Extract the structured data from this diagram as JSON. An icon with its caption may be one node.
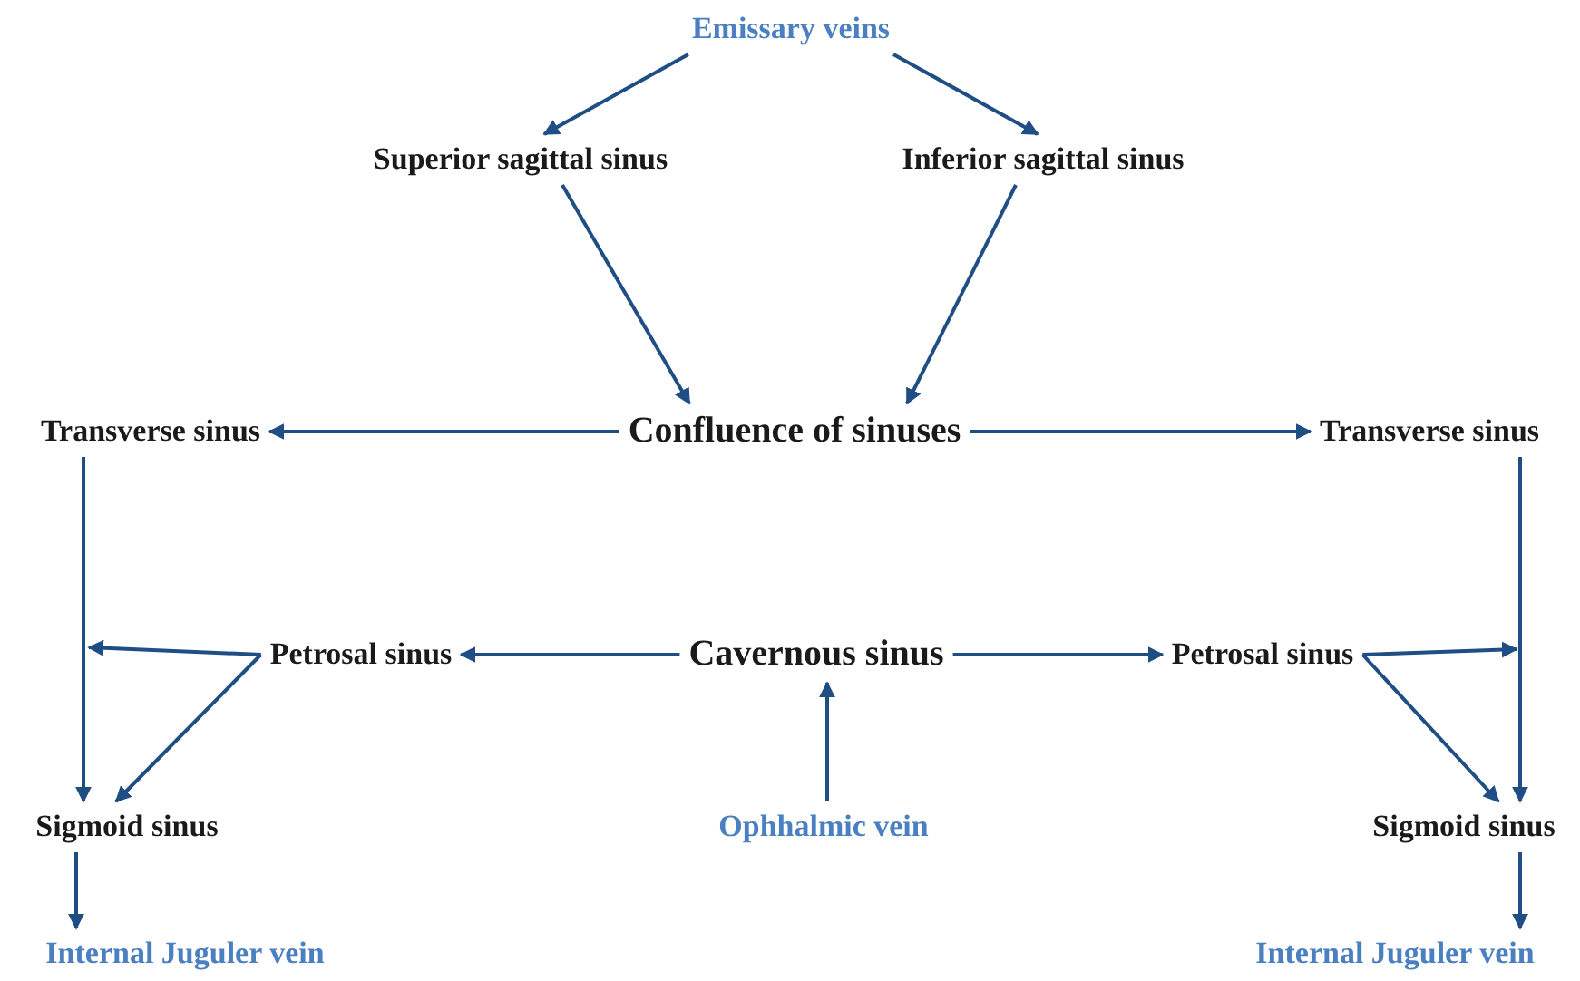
{
  "diagram": {
    "nodes": [
      {
        "text": [
          "Emissary veins"
        ]
      },
      {
        "text": [
          "Superior  sagittal sinus"
        ]
      },
      {
        "text": [
          "Inferior sagittal sinus"
        ]
      },
      {
        "text": [
          "Transverse sinus"
        ]
      },
      {
        "text": [
          "Confluence of sinuses"
        ]
      },
      {
        "text": [
          "Transverse sinus"
        ]
      },
      {
        "text": [
          "Petrosal sinus"
        ]
      },
      {
        "text": [
          "Cavernous sinus"
        ]
      },
      {
        "text": [
          "Petrosal sinus"
        ]
      },
      {
        "text": [
          "Sigmoid sinus"
        ]
      },
      {
        "text": [
          "Ophhalmic vein"
        ]
      },
      {
        "text": [
          "Sigmoid sinus"
        ]
      },
      {
        "text": [
          "Internal Juguler vein"
        ]
      },
      {
        "text": [
          "Internal Juguler vein"
        ]
      }
    ],
    "edges": [
      {
        "from": 0,
        "to": 1,
        "arrow": "to"
      },
      {
        "from": 0,
        "to": 2,
        "arrow": "to"
      },
      {
        "from": 1,
        "to": 4,
        "arrow": "to"
      },
      {
        "from": 2,
        "to": 4,
        "arrow": "to"
      },
      {
        "from": 4,
        "to": 3,
        "arrow": "to"
      },
      {
        "from": 4,
        "to": 5,
        "arrow": "to"
      },
      {
        "from": 3,
        "to": 9,
        "arrow": "to"
      },
      {
        "from": 5,
        "to": 11,
        "arrow": "to"
      },
      {
        "from": 7,
        "to": 6,
        "arrow": "to"
      },
      {
        "from": 7,
        "to": 8,
        "arrow": "to"
      },
      {
        "from": 10,
        "to": 7,
        "arrow": "to"
      },
      {
        "from": 6,
        "to": null,
        "arrow": "to"
      },
      {
        "from": 6,
        "to": 9,
        "arrow": "to"
      },
      {
        "from": 8,
        "to": null,
        "arrow": "to"
      },
      {
        "from": 8,
        "to": 11,
        "arrow": "to"
      },
      {
        "from": 9,
        "to": 12,
        "arrow": "to"
      },
      {
        "from": 11,
        "to": 13,
        "arrow": "to"
      }
    ]
  }
}
